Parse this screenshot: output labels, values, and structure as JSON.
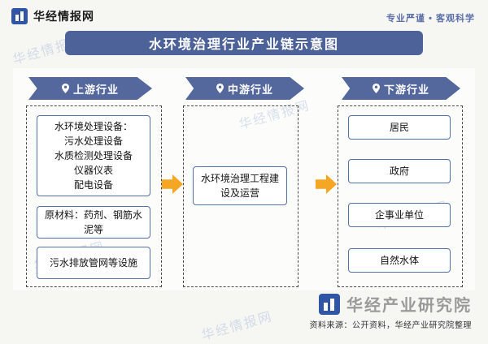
{
  "header": {
    "brand": "华经情报网",
    "tagline": "专业严谨 • 客观科学"
  },
  "title": "水环境治理行业产业链示意图",
  "watermark": "华经情报网",
  "columns": [
    {
      "label": "上游行业",
      "items": [
        "水环境处理设备：\n污水处理设备\n水质检测处理设备\n仪器仪表\n配电设备",
        "原材料：药剂、钢筋水泥等",
        "污水排放管网等设施"
      ]
    },
    {
      "label": "中游行业",
      "items": [
        "水环境治理工程建设及运营"
      ]
    },
    {
      "label": "下游行业",
      "items": [
        "居民",
        "政府",
        "企事业单位",
        "自然水体"
      ]
    }
  ],
  "footer": {
    "brand": "华经产业研究院",
    "source": "资料来源：公开资料，华经产业研究院整理"
  },
  "colors": {
    "primary_blue": "#54689e",
    "arrow_orange": "#f5a623"
  }
}
